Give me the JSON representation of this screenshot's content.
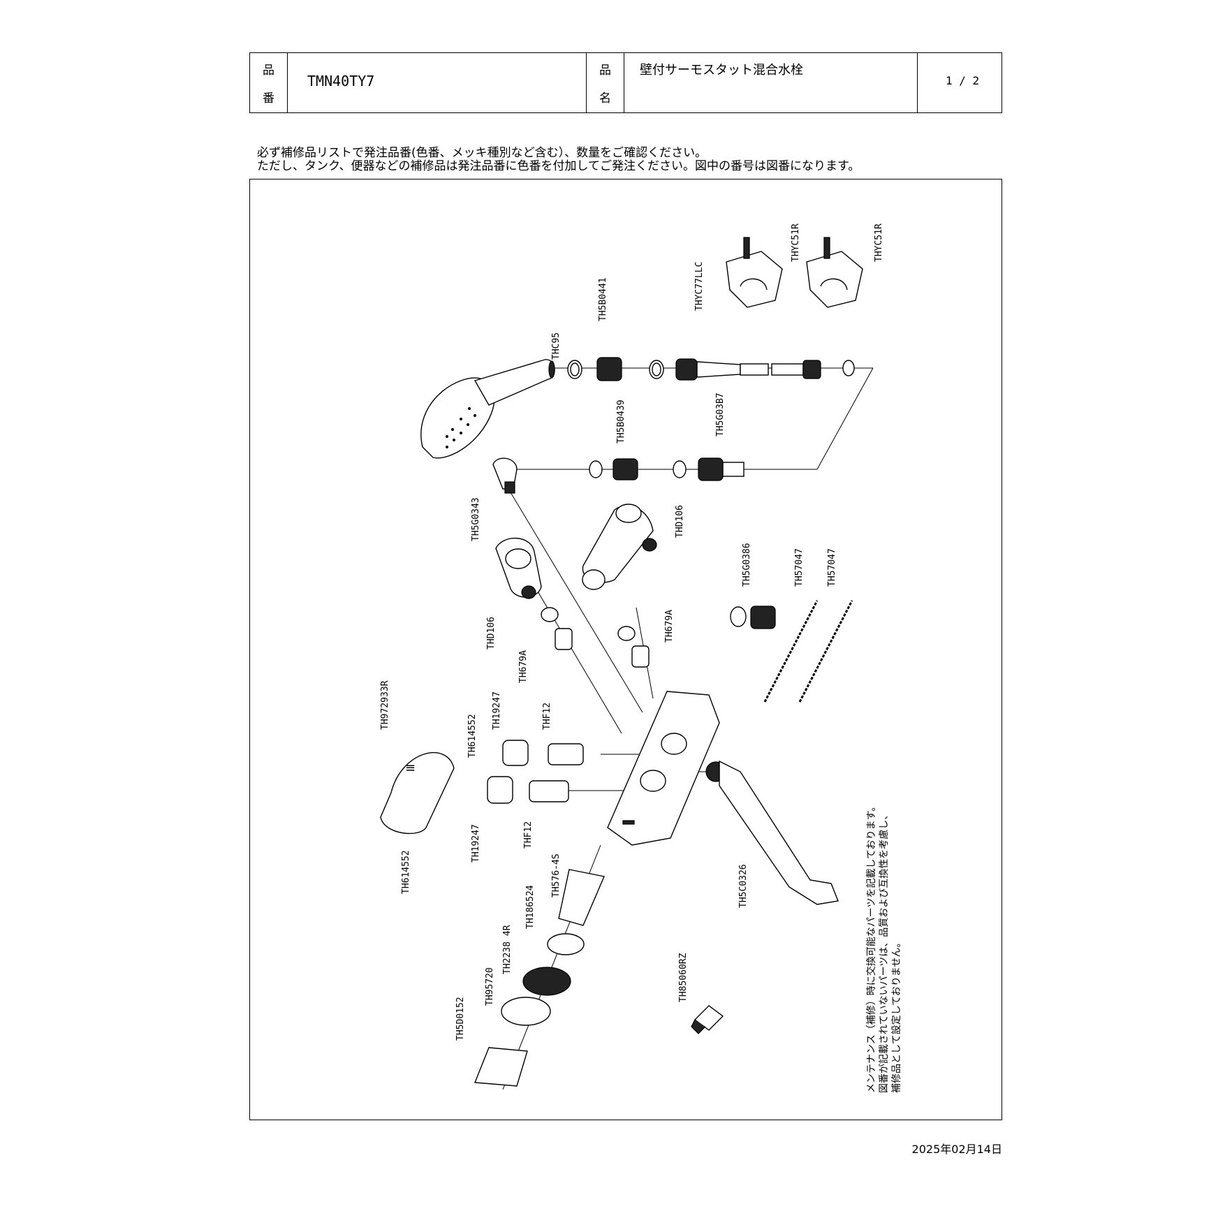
{
  "header": {
    "part_no_label": [
      "品",
      "番"
    ],
    "part_no": "TMN40TY7",
    "product_name_label": [
      "品",
      "名"
    ],
    "product_name": "壁付サーモスタット混合水栓",
    "page": "1 / 2"
  },
  "notes": [
    "必ず補修品リストで発注品番(色番、メッキ種別など含む）、数量をご確認ください。",
    "ただし、タンク、便器などの補修品は発注品番に色番を付加してご発注ください。図中の番号は図番になります。"
  ],
  "maintenance_note": [
    "メンテナンス（補修）時に交換可能なパーツを記載しております。",
    "図番が記載されていないパーツは、品質および互換性を考慮し、",
    "補修品として設定しておりません。"
  ],
  "date": "2025年02月14日",
  "parts": {
    "thc95": "THC95",
    "th5b0441": "TH5B0441",
    "thyc77llc": "THYC77LLC",
    "thyc51r_a": "THYC51R",
    "thyc51r_b": "THYC51R",
    "th5b0439": "TH5B0439",
    "th5g03b7": "TH5G03B7",
    "th5g0343": "TH5G0343",
    "thd106_a": "THD106",
    "thd106_b": "THD106",
    "th679a_a": "TH679A",
    "th679a_b": "TH679A",
    "th5g0386": "TH5G0386",
    "th57047_a": "TH57047",
    "th57047_b": "TH57047",
    "th972933r": "TH972933R",
    "th614552_a": "TH614552",
    "th614552_b": "TH614552",
    "th19247_a": "TH19247",
    "th19247_b": "TH19247",
    "thf12_a": "THF12",
    "thf12_b": "THF12",
    "th576_4s": "TH576-4S",
    "th186524": "TH186524",
    "th2238_4r": "TH2238 4R",
    "th95720": "TH95720",
    "th5d0152": "TH5D0152",
    "th5c0326": "TH5C0326",
    "th85060rz": "TH85060RZ"
  }
}
